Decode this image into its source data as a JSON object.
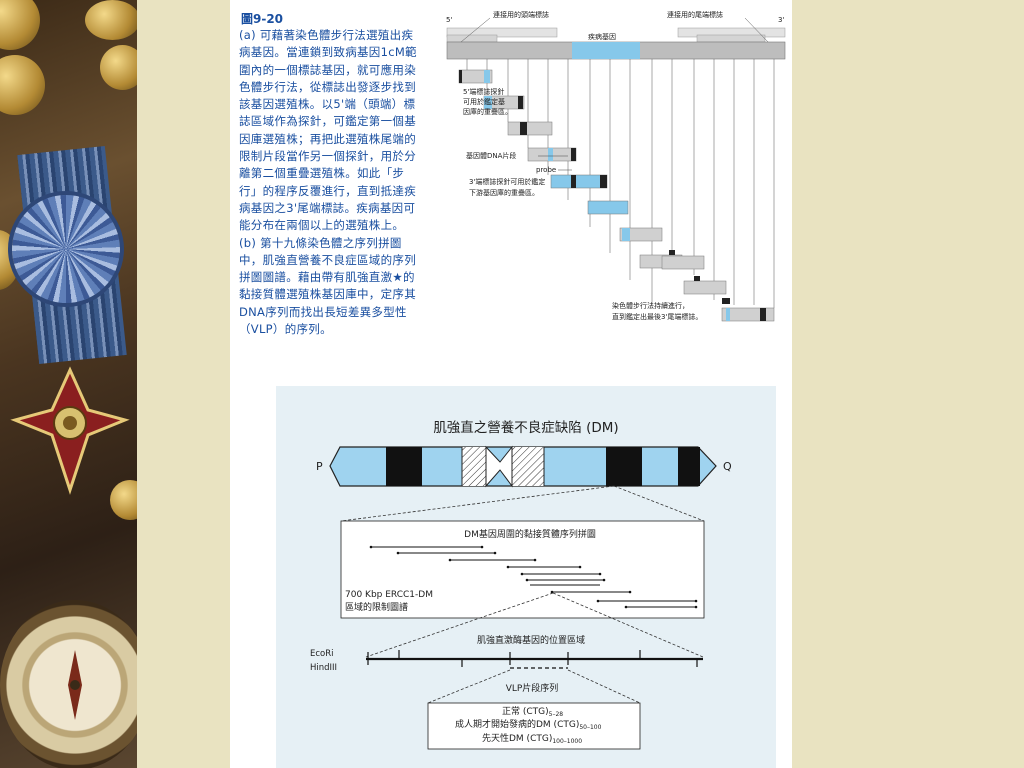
{
  "figure": {
    "label": "圖9-20",
    "caption_a": "(a) 可藉著染色體步行法選殖出疾病基因。當連鎖到致病基因1cM範圍內的一個標誌基因，就可應用染色體步行法，從標誌出發逐步找到該基因選殖株。以5'端（頭端）標誌區域作為探針，可鑑定第一個基因庫選殖株；再把此選殖株尾端的限制片段當作另一個探針，用於分離第二個重疊選殖株。如此「步行」的程序反覆進行，直到抵達疾病基因之3'尾端標誌。疾病基因可能分布在兩個以上的選殖株上。",
    "caption_b": "(b) 第十九條染色體之序列拼圖中，肌強直營養不良症區域的序列拼圖圖譜。藉由帶有肌強直激★的黏接質體選殖株基因庫中，定序其DNA序列而找出長短差異多型性（VLP）的序列。"
  },
  "walk_diagram": {
    "end5": "5'",
    "end3": "3'",
    "head_marker": "連接用的頭端標誌",
    "tail_marker": "連接用的尾端標誌",
    "disease_gene": "疾病基因",
    "note_5probe_1": "5'端標誌探針",
    "note_5probe_2": "可用於鑑定基",
    "note_5probe_3": "因庫的重疊區。",
    "genomic_fragment": "基因體DNA片段",
    "probe": "probe",
    "note_3probe_1": "3'端標誌探針可用於鑑定",
    "note_3probe_2": "下游基因庫的重疊區。",
    "note_end_1": "染色體步行法持續進行，",
    "note_end_2": "直到鑑定出最後3'尾端標誌。"
  },
  "dm_panel": {
    "title": "肌強直之營養不良症缺陷 (DM)",
    "arm_p": "P",
    "arm_q": "Q",
    "contig_title": "DM基因周圍的黏接質體序列拼圖",
    "contig_note_1": "700 Kbp ERCC1-DM",
    "contig_note_2": "區域的限制圖譜",
    "kinase_region": "肌強直激酶基因的位置區域",
    "enzyme_1": "EcoRi",
    "enzyme_2": "HindIII",
    "vlp_title": "VLP片段序列",
    "normal_label": "正常 (CTG)",
    "normal_range": "5–28",
    "adult_label": "成人期才開始發病的DM (CTG)",
    "adult_range": "50–100",
    "congenital_label": "先天性DM (CTG)",
    "congenital_range": "100–1000"
  }
}
